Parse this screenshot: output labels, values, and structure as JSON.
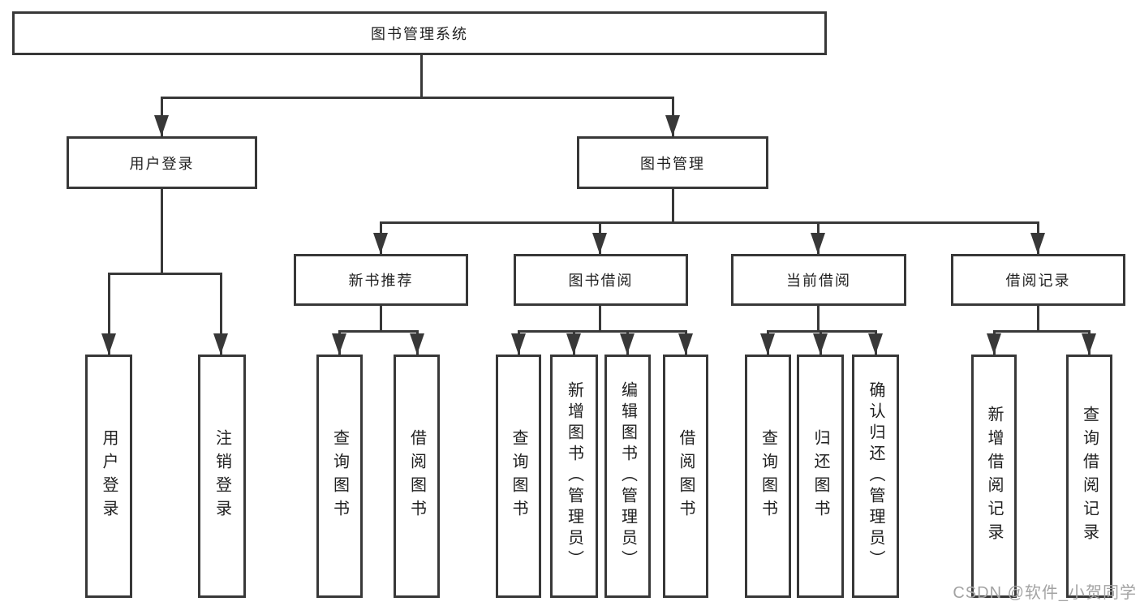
{
  "colors": {
    "line": "#383838",
    "box_border": "#383838",
    "box_text": "#1f1f1f",
    "background": "#ffffff",
    "watermark": "#a3a3a3"
  },
  "watermark": "CSDN @软件_小贺同学",
  "tree": {
    "label": "图书管理系统",
    "children": [
      {
        "label": "用户登录",
        "children": [
          {
            "label": "用户登录"
          },
          {
            "label": "注销登录"
          }
        ]
      },
      {
        "label": "图书管理",
        "children": [
          {
            "label": "新书推荐",
            "children": [
              {
                "label": "查询图书"
              },
              {
                "label": "借阅图书"
              }
            ]
          },
          {
            "label": "图书借阅",
            "children": [
              {
                "label": "查询图书"
              },
              {
                "label": "新增图书（管理员）"
              },
              {
                "label": "编辑图书（管理员）"
              },
              {
                "label": "借阅图书"
              }
            ]
          },
          {
            "label": "当前借阅",
            "children": [
              {
                "label": "查询图书"
              },
              {
                "label": "归还图书"
              },
              {
                "label": "确认归还（管理员）"
              }
            ]
          },
          {
            "label": "借阅记录",
            "children": [
              {
                "label": "新增借阅记录"
              },
              {
                "label": "查询借阅记录"
              }
            ]
          }
        ]
      }
    ]
  }
}
